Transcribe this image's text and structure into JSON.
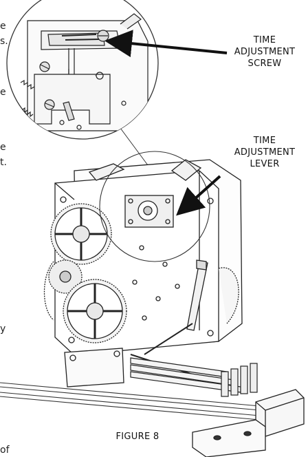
{
  "labels": {
    "time_adjustment_screw": [
      "TIME",
      "ADJUSTMENT",
      "SCREW"
    ],
    "time_adjustment_lever": [
      "TIME",
      "ADJUSTMENT",
      "LEVER"
    ],
    "figure_caption": "FIGURE 8"
  },
  "margin_fragments": [
    "e",
    "s.",
    "e",
    "e",
    "t.",
    "y",
    "of"
  ],
  "colors": {
    "line": "#222222",
    "arrow": "#111111",
    "background": "#ffffff"
  }
}
